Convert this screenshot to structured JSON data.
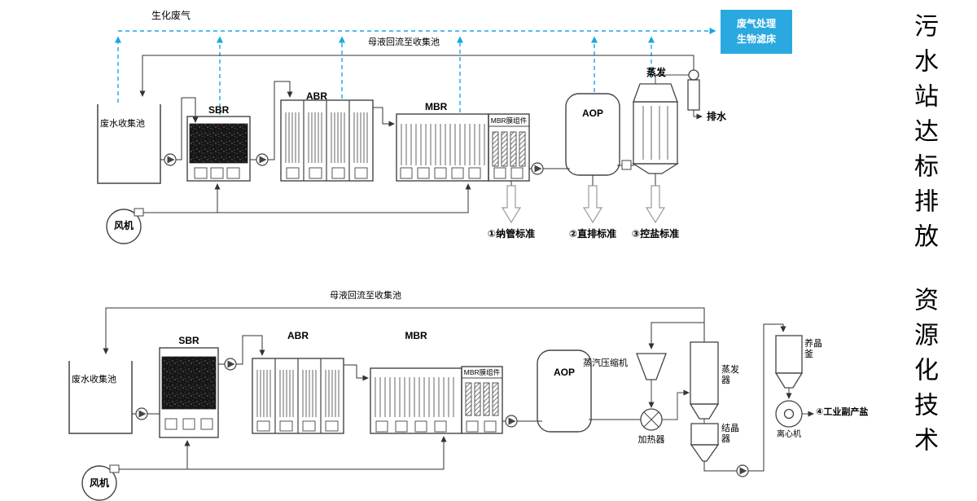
{
  "side_title": {
    "line1": "污水站达标排放",
    "line2": "资源化技术"
  },
  "colors": {
    "gas_line": "#17a8e3",
    "gas_box_bg": "#2aa9e0"
  },
  "top": {
    "biogas_label": "生化废气",
    "reflux_label": "母液回流至收集池",
    "gas_box_line1": "废气处理",
    "gas_box_line2": "生物滤床",
    "collection_tank": "废水收集池",
    "sbr": "SBR",
    "abr": "ABR",
    "mbr": "MBR",
    "mbr_membrane": "MBR膜组件",
    "aop": "AOP",
    "evaporation": "蒸发",
    "drain": "排水",
    "fan": "风机",
    "standard1": "①纳管标准",
    "standard2": "②直排标准",
    "standard3": "③控盐标准"
  },
  "bottom": {
    "reflux_label": "母液回流至收集池",
    "collection_tank": "废水收集池",
    "sbr": "SBR",
    "abr": "ABR",
    "mbr": "MBR",
    "mbr_membrane": "MBR膜组件",
    "aop": "AOP",
    "vapor_compressor": "蒸汽压缩机",
    "heater": "加热器",
    "evaporator": "蒸发器",
    "crystallizer": "结晶器",
    "crystal_kettle": "养晶釜",
    "centrifuge": "离心机",
    "byproduct_salt": "④工业副产盐",
    "fan": "风机"
  }
}
